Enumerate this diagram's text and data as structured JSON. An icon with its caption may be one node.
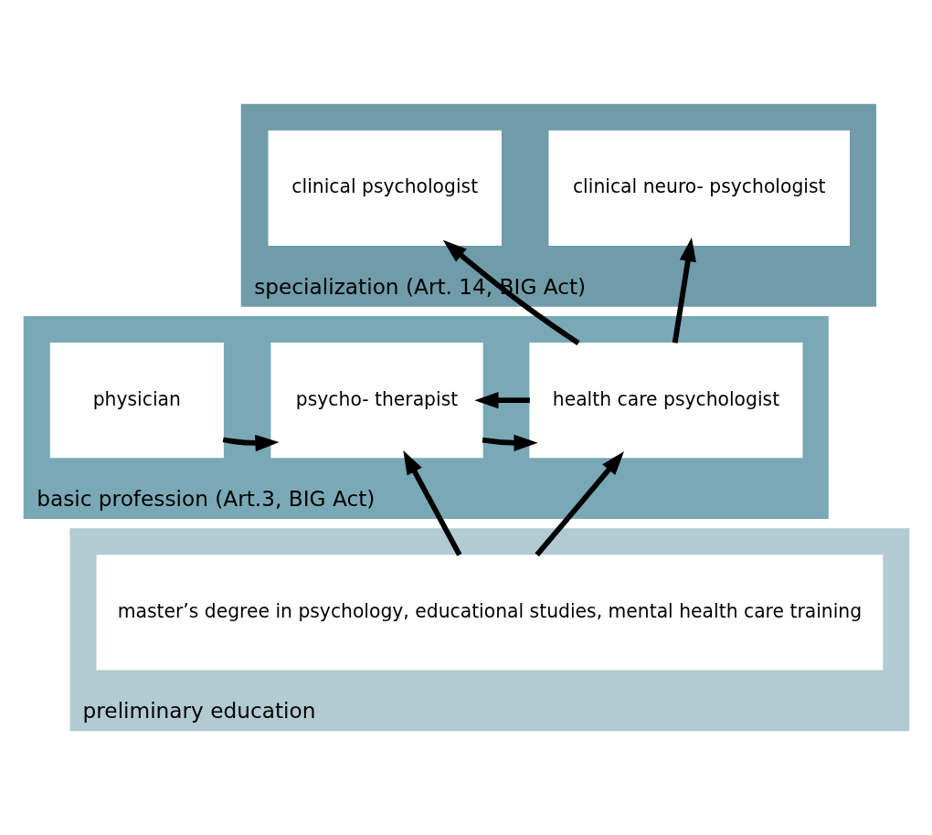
{
  "diagram": {
    "nodes": [
      {
        "text": [
          "specialization (Art. 14, BIG Act)"
        ]
      },
      {
        "text": [
          "clinical psychologist"
        ],
        "in": 0
      },
      {
        "text": [
          "clinical neuro- psychologist"
        ],
        "in": 0
      },
      {
        "text": [
          "basic profession (Art.3, BIG Act)"
        ]
      },
      {
        "text": [
          "physician"
        ],
        "in": 3
      },
      {
        "text": [
          "psycho- therapist"
        ],
        "in": 3
      },
      {
        "text": [
          "health care psychologist"
        ],
        "in": 3
      },
      {
        "text": [
          "preliminary education"
        ]
      },
      {
        "text": [
          "master’s degree in psychology, educational studies, mental health care training"
        ],
        "in": 7
      }
    ],
    "edges": [
      {
        "from": 4,
        "to": 5,
        "arrow": "to"
      },
      {
        "from": 6,
        "to": 5,
        "arrow": "to"
      },
      {
        "from": 5,
        "to": 6,
        "arrow": "to"
      },
      {
        "from": 6,
        "to": 1,
        "arrow": "to"
      },
      {
        "from": 6,
        "to": 2,
        "arrow": "to"
      },
      {
        "from": 8,
        "to": 5,
        "arrow": "to"
      },
      {
        "from": 8,
        "to": 6,
        "arrow": "to"
      }
    ]
  }
}
